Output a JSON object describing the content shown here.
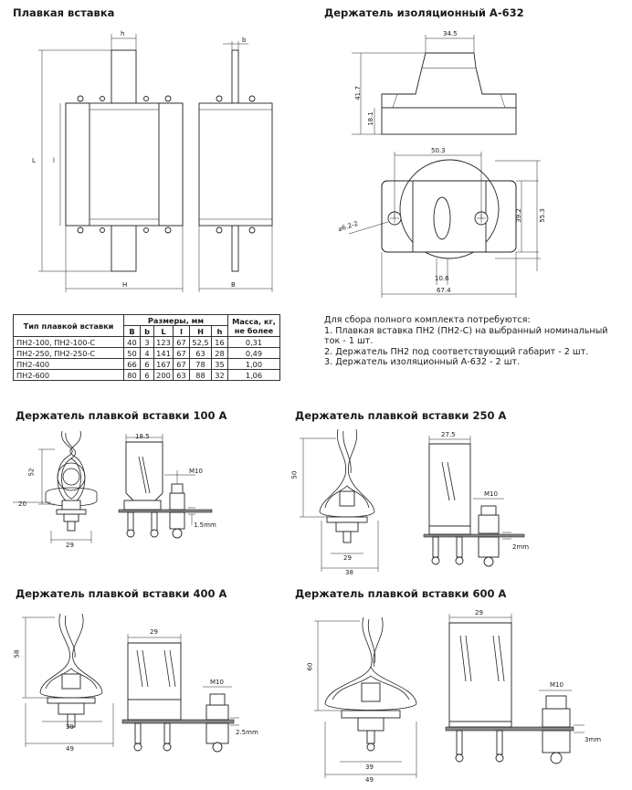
{
  "titles": {
    "fuse_insert": "Плавкая вставка",
    "insulator": "Держатель изоляционный А-632",
    "holder100": "Держатель плавкой вставки 100 А",
    "holder250": "Держатель плавкой вставки 250 А",
    "holder400": "Держатель плавкой вставки 400 А",
    "holder600": "Держатель плавкой вставки 600 А"
  },
  "fuse_dims": {
    "h": "h",
    "b": "b",
    "L": "L",
    "l": "l",
    "H": "H",
    "B": "B"
  },
  "insulator_dims": {
    "w": "34.5",
    "h1": "41.7",
    "h2": "18.1",
    "w2": "50.3",
    "hole": "⌀6.2-2",
    "d1": "39.2",
    "d2": "55.3",
    "d3": "10.6",
    "d4": "67.4"
  },
  "table": {
    "col_type": "Тип плавкой вставки",
    "col_dims": "Размеры, мм",
    "col_mass": "Масса, кг, не более",
    "subcols": [
      "B",
      "b",
      "L",
      "l",
      "H",
      "h"
    ],
    "rows": [
      {
        "type": "ПН2-100, ПН2-100-С",
        "vals": [
          "40",
          "3",
          "123",
          "67",
          "52,5",
          "16"
        ],
        "mass": "0,31"
      },
      {
        "type": "ПН2-250, ПН2-250-С",
        "vals": [
          "50",
          "4",
          "141",
          "67",
          "63",
          "28"
        ],
        "mass": "0,49"
      },
      {
        "type": "ПН2-400",
        "vals": [
          "66",
          "6",
          "167",
          "67",
          "78",
          "35"
        ],
        "mass": "1,00"
      },
      {
        "type": "ПН2-600",
        "vals": [
          "80",
          "6",
          "200",
          "63",
          "88",
          "32"
        ],
        "mass": "1,06"
      }
    ]
  },
  "notes": {
    "intro": "Для сбора полного комплекта потребуются:",
    "item1a": "1. Плавкая вставка ПН2 (ПН2-С) на выбранный номинальный",
    "item1b": "ток - 1 шт.",
    "item2": "2. Держатель ПН2 под соответствующий габарит - 2 шт.",
    "item3": "3. Держатель изоляционный А-632 - 2 шт."
  },
  "h100": {
    "h": "52",
    "w": "29",
    "side": "20",
    "top": "18.5",
    "bolt": "M10",
    "thk": "1.5mm"
  },
  "h250": {
    "h": "50",
    "w1": "29",
    "w2": "38",
    "top": "27.5",
    "bolt": "M10",
    "thk": "2mm"
  },
  "h400": {
    "h": "58",
    "w1": "39",
    "w2": "49",
    "top": "29",
    "bolt": "M10",
    "thk": "2.5mm"
  },
  "h600": {
    "h": "60",
    "w1": "39",
    "w2": "49",
    "top": "29",
    "bolt": "M10",
    "thk": "3mm"
  }
}
